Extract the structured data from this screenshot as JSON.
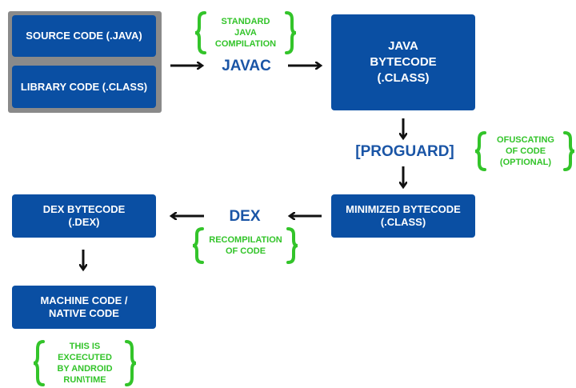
{
  "nodes": {
    "source_code": "SOURCE CODE (.JAVA)",
    "library_code": "LIBRARY CODE (.CLASS)",
    "java_bytecode": "JAVA\nBYTECODE\n(.CLASS)",
    "minimized_bytecode": "MINIMIZED BYTECODE\n(.CLASS)",
    "dex_bytecode": "DEX BYTECODE\n(.DEX)",
    "machine_code": "MACHINE CODE /\nNATIVE CODE"
  },
  "tools": {
    "javac": "JAVAC",
    "proguard": "[PROGUARD]",
    "dex": "DEX"
  },
  "notes": {
    "javac_note": "STANDARD\nJAVA\nCOMPILATION",
    "proguard_note": "OFUSCATING\nOF CODE\n(OPTIONAL)",
    "dex_note": "RECOMPILATION\nOF CODE",
    "machine_note": "THIS IS\nEXCECUTED\nBY ANDROID\nRUN\\TIME"
  },
  "colors": {
    "box": "#0a4fa3",
    "tool_text": "#1a55a6",
    "note": "#33c42a",
    "group_bg": "#8a8a8a",
    "arrow": "#111111"
  }
}
